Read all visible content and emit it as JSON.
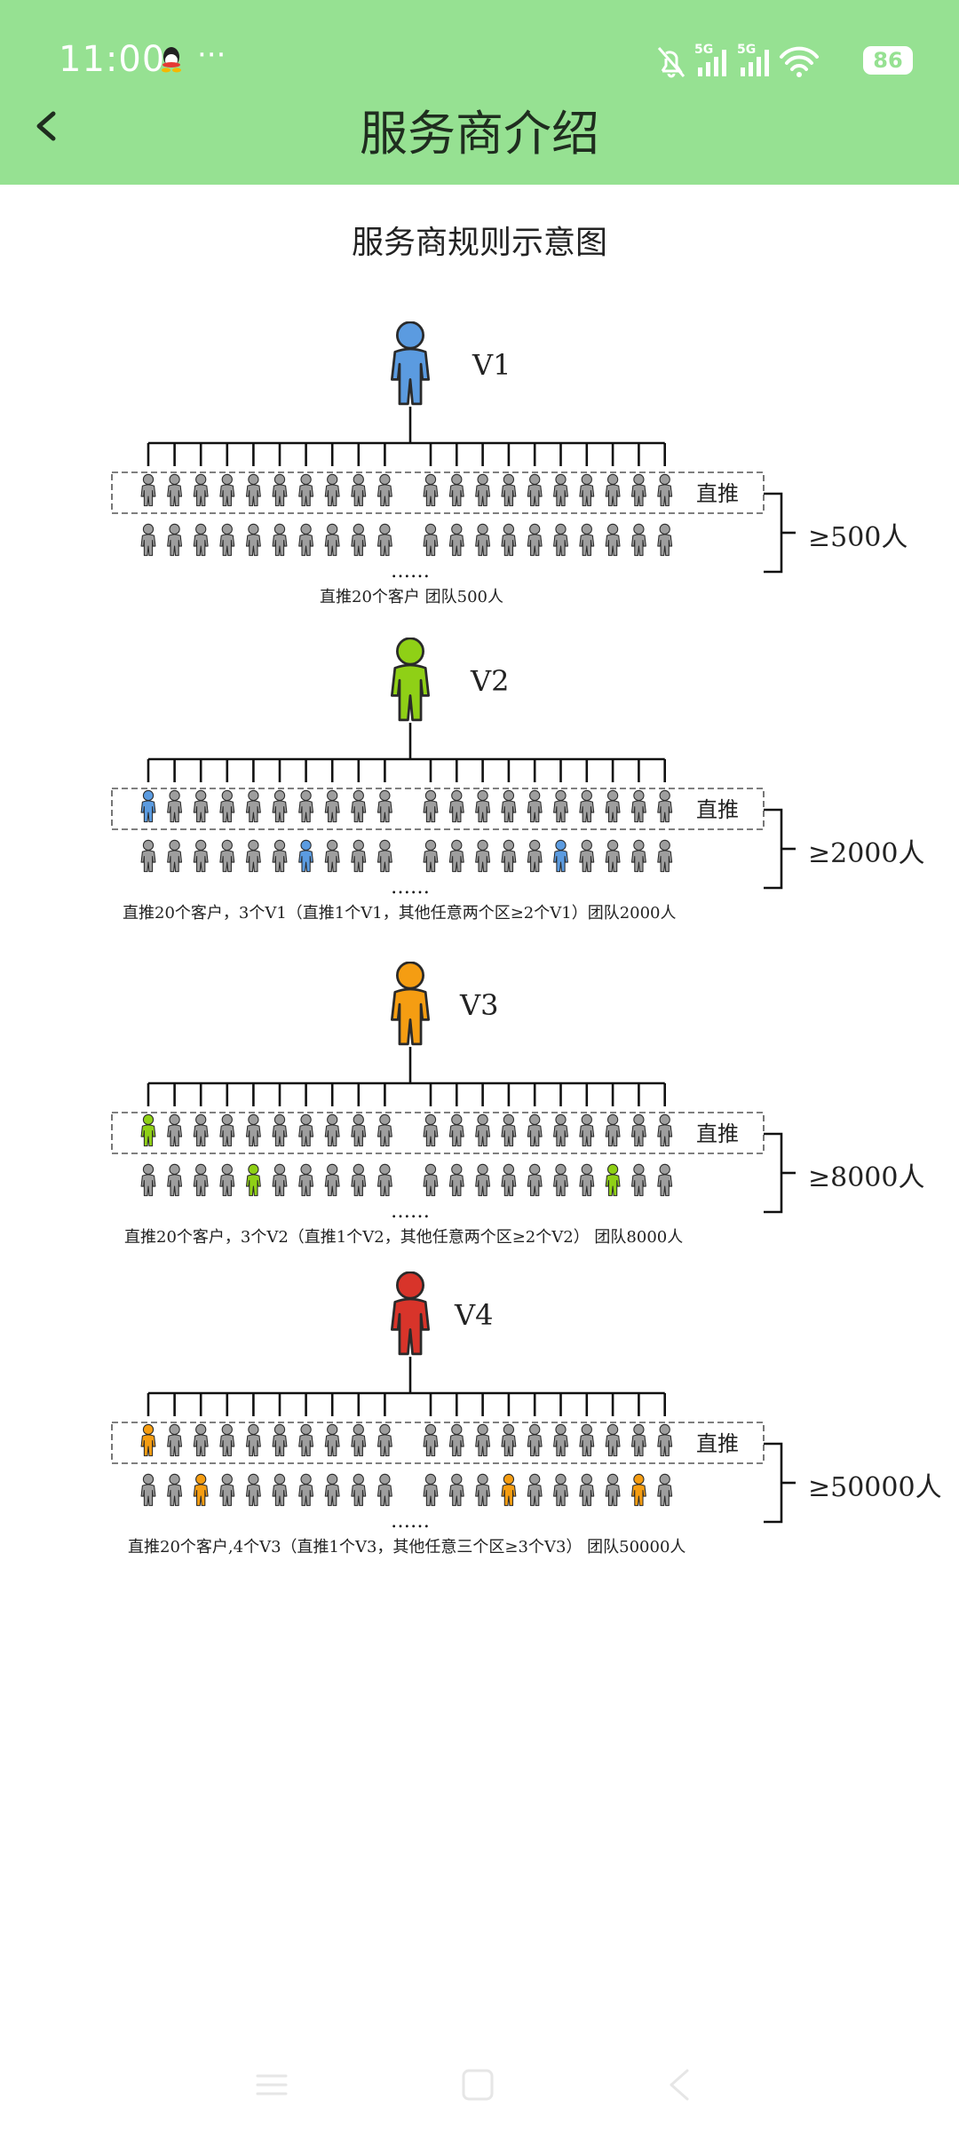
{
  "status_bar": {
    "time": "11:00",
    "more": "···",
    "battery": "86",
    "network_1": "5G",
    "network_2": "5G"
  },
  "header": {
    "title": "服务商介绍"
  },
  "diagram": {
    "title": "服务商规则示意图",
    "direct_label": "直推",
    "ellipsis": "……",
    "colors": {
      "gray": "#9e9e9e",
      "V1": "#5b9be0",
      "V2": "#8fd016",
      "V3": "#f59d12",
      "V4": "#d8342a"
    },
    "levels": [
      {
        "name": "V1",
        "color": "#5b9be0",
        "team_total": "≥500人",
        "description": "直推20个客户    团队500人",
        "highlight_row1": [],
        "highlight_row2": [],
        "highlight_color": "#5b9be0"
      },
      {
        "name": "V2",
        "color": "#8fd016",
        "team_total": "≥2000人",
        "description": "直推20个客户，3个V1（直推1个V1，其他任意两个区≥2个V1）团队2000人",
        "highlight_row1": [
          0
        ],
        "highlight_row2": [
          6,
          15
        ],
        "highlight_color": "#5b9be0"
      },
      {
        "name": "V3",
        "color": "#f59d12",
        "team_total": "≥8000人",
        "description": "直推20个客户，3个V2（直推1个V2，其他任意两个区≥2个V2）  团队8000人",
        "highlight_row1": [
          0
        ],
        "highlight_row2": [
          4,
          17
        ],
        "highlight_color": "#8fd016"
      },
      {
        "name": "V4",
        "color": "#d8342a",
        "team_total": "≥50000人",
        "description": "直推20个客户,4个V3（直推1个V3，其他任意三个区≥3个V3）  团队50000人",
        "highlight_row1": [
          0
        ],
        "highlight_row2": [
          2,
          13,
          18
        ],
        "highlight_color": "#f59d12"
      }
    ]
  }
}
